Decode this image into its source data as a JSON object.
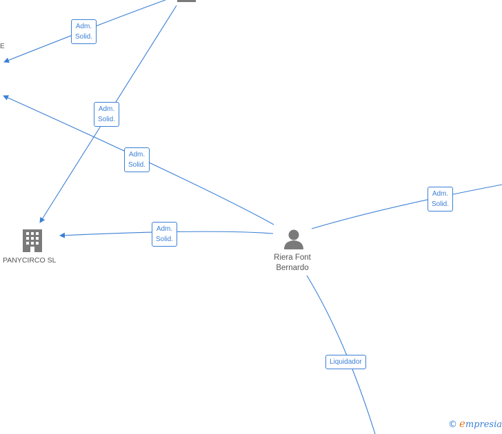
{
  "nodes": {
    "person": {
      "name_line1": "Riera Font",
      "name_line2": "Bernardo"
    },
    "company_panycirco": {
      "name": "PANYCIRCO  SL"
    },
    "company_offscreen_left": {
      "name_fragment": "E"
    }
  },
  "edges": [
    {
      "id": "e1",
      "label_line1": "Adm.",
      "label_line2": "Solid."
    },
    {
      "id": "e2",
      "label_line1": "Adm.",
      "label_line2": "Solid."
    },
    {
      "id": "e3",
      "label_line1": "Adm.",
      "label_line2": "Solid."
    },
    {
      "id": "e4",
      "label_line1": "Adm.",
      "label_line2": "Solid."
    },
    {
      "id": "e5",
      "label_line1": "Adm.",
      "label_line2": "Solid."
    },
    {
      "id": "e6",
      "label": "Liquidador"
    }
  ],
  "watermark": {
    "copyright": "©",
    "brand": "mpresia",
    "brand_initial": "e"
  },
  "colors": {
    "edge": "#3a7fd5",
    "icon": "#7a7a7a",
    "brand": "#e87722"
  }
}
